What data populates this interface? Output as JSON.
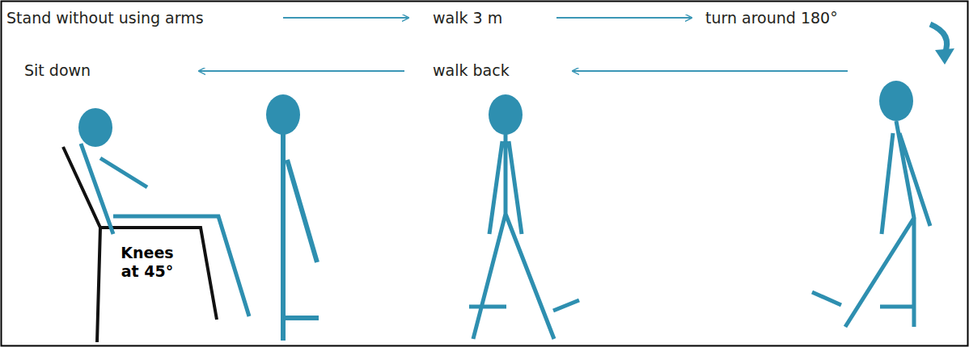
{
  "diagram": {
    "labels": [
      "Stand without using arms",
      "walk 3 m",
      "turn around 180°",
      "Sit down",
      "walk back",
      "Knees at 45°"
    ]
  }
}
